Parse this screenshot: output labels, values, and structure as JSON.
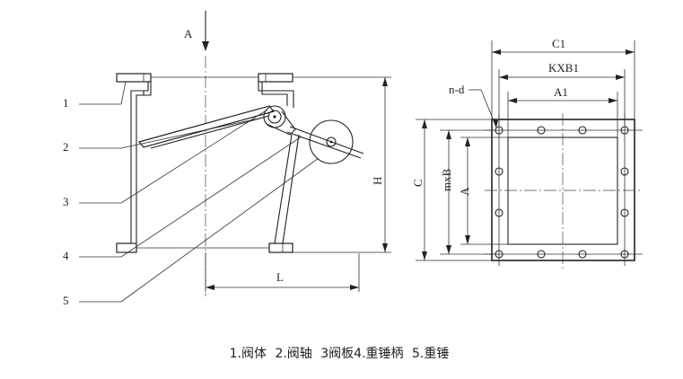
{
  "labels": {
    "flow_arrow": "A",
    "dim_H": "H",
    "dim_L": "L",
    "dim_C1": "C1",
    "dim_KxB1": "KXB1",
    "dim_A1": "A1",
    "dim_C": "C",
    "dim_mxB": "mxB",
    "dim_A": "A",
    "bolt_note": "n-d"
  },
  "callouts": [
    "1",
    "2",
    "3",
    "4",
    "5"
  ],
  "caption": {
    "items": [
      "1.阀体",
      "2.阀轴",
      "3阀板4.重锤柄",
      "5.重锤"
    ]
  }
}
